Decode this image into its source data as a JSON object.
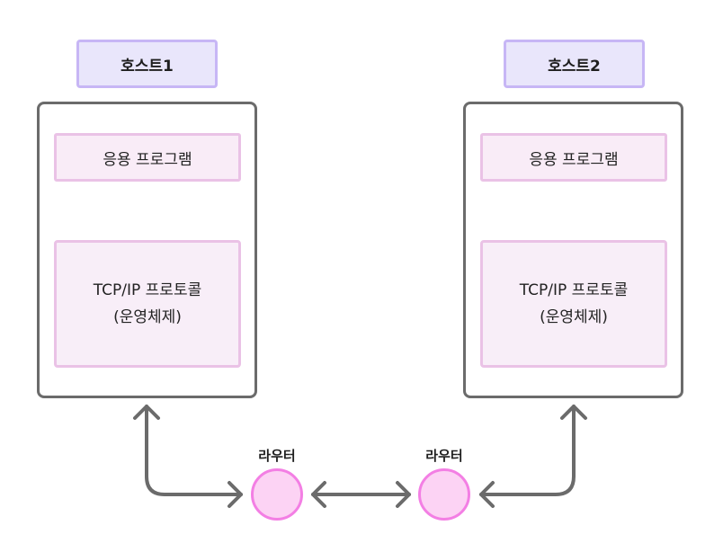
{
  "hosts": [
    {
      "label": "호스트1",
      "app": "응용 프로그램",
      "tcp_line1": "TCP/IP 프로토콜",
      "tcp_line2": "(운영체제)"
    },
    {
      "label": "호스트2",
      "app": "응용 프로그램",
      "tcp_line1": "TCP/IP 프로토콜",
      "tcp_line2": "(운영체제)"
    }
  ],
  "routers": [
    {
      "label": "라우터"
    },
    {
      "label": "라우터"
    }
  ],
  "colors": {
    "host_label_fill": "#e9e6fb",
    "host_label_border": "#c7b6f5",
    "host_frame_border": "#6b6b6b",
    "box_fill": "#f9ecf7",
    "box_border": "#eac2e6",
    "router_fill": "#fcd3f4",
    "router_border": "#f37fe4",
    "arrow": "#6b6b6b"
  }
}
